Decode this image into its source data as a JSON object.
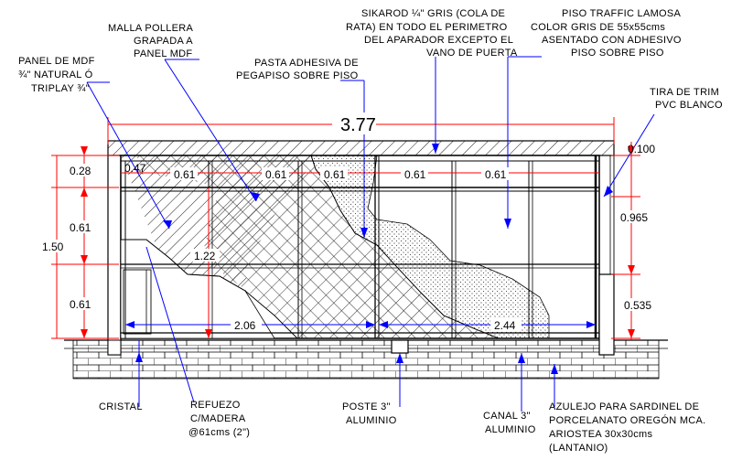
{
  "colors": {
    "background": "#ffffff",
    "linework": "#000000",
    "dimension": "#ff0000",
    "leader": "#0000ff",
    "hatch": "#000000"
  },
  "labels": {
    "malla_pollera": [
      "MALLA POLLERA",
      "GRAPADA A",
      "PANEL MDF"
    ],
    "panel_mdf": [
      "PANEL DE MDF",
      "¾\" NATURAL Ó",
      "TRIPLAY ¾\""
    ],
    "pasta_adhesiva": [
      "PASTA ADHESIVA DE",
      "PEGAPISO SOBRE PISO"
    ],
    "sikarod": [
      "SIKAROD ¼\" GRIS (COLA DE",
      "RATA) EN TODO EL PERIMETRO",
      "DEL APARADOR EXCEPTO EL",
      "VANO DE PUERTA"
    ],
    "piso_traffic": [
      "PISO TRAFFIC LAMOSA",
      "COLOR GRIS DE 55x55cms",
      "ASENTADO CON ADHESIVO",
      "PISO SOBRE PISO"
    ],
    "tira_trim": [
      "TIRA DE TRIM",
      "PVC BLANCO"
    ],
    "cristal": [
      "CRISTAL"
    ],
    "refuerzo": [
      "REFUEZO",
      "C/MADERA",
      "@61cms (2\")"
    ],
    "poste": [
      "POSTE 3\"",
      "ALUMINIO"
    ],
    "canal": [
      "CANAL 3\"",
      "ALUMINIO"
    ],
    "azulejo": [
      "AZULEJO PARA SARDINEL DE",
      "PORCELANATO OREGÓN MCA.",
      "ARIOSTEA 30x30cms",
      "(LANTANIO)"
    ]
  },
  "dimensions": {
    "overall_width": "3.77",
    "top_modules": [
      "0.61",
      "0.61",
      "0.61",
      "0.61",
      "0.61"
    ],
    "top_small": "0.47",
    "left_height_total": "1.50",
    "left_rows": [
      "0.28",
      "0.61",
      "0.61"
    ],
    "center_height": "1.22",
    "bottom_left_width": "2.06",
    "bottom_right_width": "2.44",
    "right_top": "0.100",
    "right_mid": "0.965",
    "right_low": "0.535"
  }
}
